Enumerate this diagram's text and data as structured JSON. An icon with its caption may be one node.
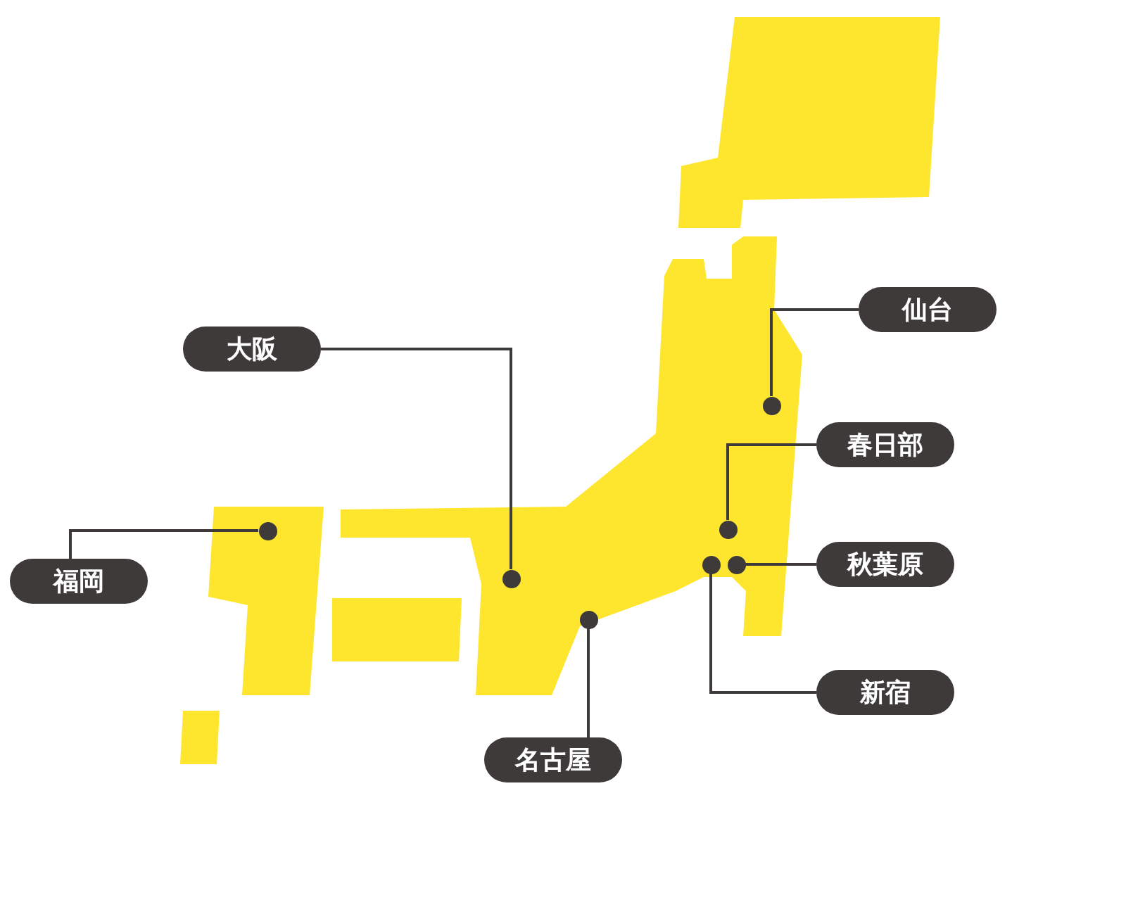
{
  "diagram": {
    "nodes": [
      {
        "text": [
          "仙台"
        ]
      },
      {
        "text": [
          "大阪"
        ]
      },
      {
        "text": [
          "春日部"
        ]
      },
      {
        "text": [
          "福岡"
        ]
      },
      {
        "text": [
          "秋葉原"
        ]
      },
      {
        "text": [
          "新宿"
        ]
      },
      {
        "text": [
          "名古屋"
        ]
      },
      {
        "text": [],
        "shape": "circle"
      },
      {
        "text": [],
        "shape": "circle"
      },
      {
        "text": [],
        "shape": "circle"
      },
      {
        "text": [],
        "shape": "circle"
      },
      {
        "text": [],
        "shape": "circle"
      },
      {
        "text": [],
        "shape": "circle"
      },
      {
        "text": [],
        "shape": "circle"
      }
    ],
    "edges": [
      {
        "from": 0,
        "to": 13,
        "arrow": "none"
      },
      {
        "from": 1,
        "to": 8,
        "arrow": "none"
      },
      {
        "from": 2,
        "to": 11,
        "arrow": "none"
      },
      {
        "from": 3,
        "to": 7,
        "arrow": "none"
      },
      {
        "from": 4,
        "to": 12,
        "arrow": "none"
      },
      {
        "from": 5,
        "to": 10,
        "arrow": "none"
      },
      {
        "from": 6,
        "to": 9,
        "arrow": "none"
      }
    ]
  }
}
